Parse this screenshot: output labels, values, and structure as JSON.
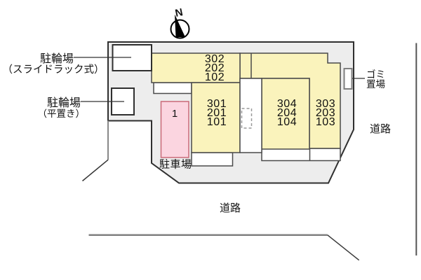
{
  "colors": {
    "site_fill": "#ededed",
    "site_stroke": "#2f2f2f",
    "room_fill": "#FAF3BC",
    "room_stroke": "#4a4a4a",
    "white_fill": "#ffffff",
    "parking_fill": "#FBD5E0",
    "parking_stroke": "#C96A78",
    "road_line": "#808080",
    "text": "#111111"
  },
  "compass": {
    "north_label": "N"
  },
  "building": {
    "rooms": [
      {
        "units": [
          "302",
          "202",
          "102"
        ]
      },
      {
        "units": [
          "301",
          "201",
          "101"
        ]
      },
      {
        "units": [
          "304",
          "204",
          "104"
        ]
      },
      {
        "units": [
          "303",
          "203",
          "103"
        ]
      }
    ]
  },
  "parking": {
    "space_number": "1",
    "label": "駐車場"
  },
  "bicycle_rack_label": {
    "line1": "駐輪場",
    "line2": "（スライドラック式）"
  },
  "bicycle_flat_label": {
    "line1": "駐輪場",
    "line2": "（平置き）"
  },
  "garbage_label": {
    "line1": "ゴミ",
    "line2": "置場"
  },
  "roads": {
    "right": "道路",
    "bottom": "道路"
  }
}
